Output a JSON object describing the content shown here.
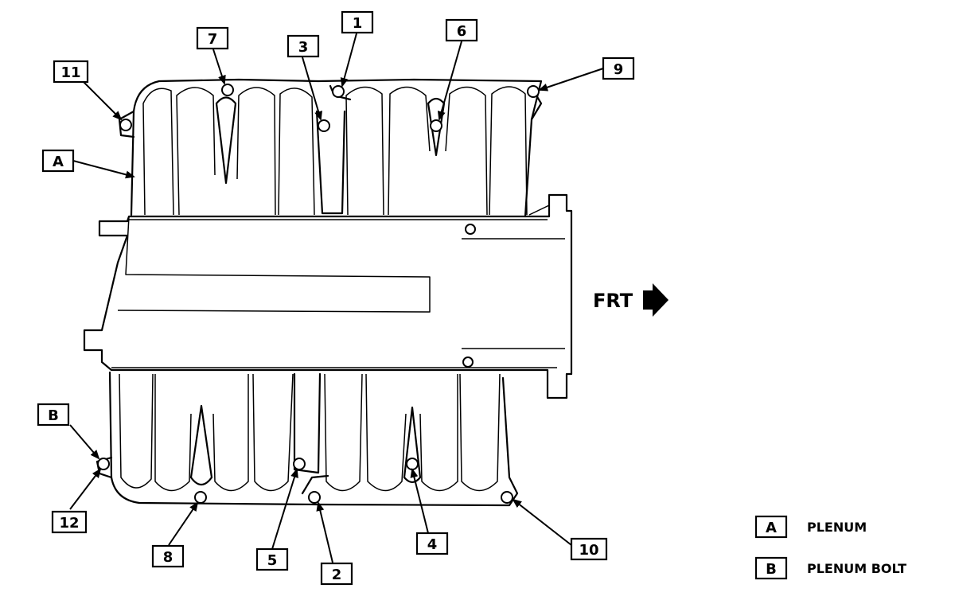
{
  "colors": {
    "ink": "#000000",
    "paper": "#ffffff"
  },
  "labels": {
    "n1": "1",
    "n2": "2",
    "n3": "3",
    "n4": "4",
    "n5": "5",
    "n6": "6",
    "n7": "7",
    "n8": "8",
    "n9": "9",
    "n10": "10",
    "n11": "11",
    "n12": "12",
    "a": "A",
    "b": "B"
  },
  "direction": {
    "text": "FRT",
    "icon": "arrow-right-icon"
  },
  "legend": [
    {
      "key": "A",
      "text": "PLENUM"
    },
    {
      "key": "B",
      "text": "PLENUM BOLT"
    }
  ]
}
